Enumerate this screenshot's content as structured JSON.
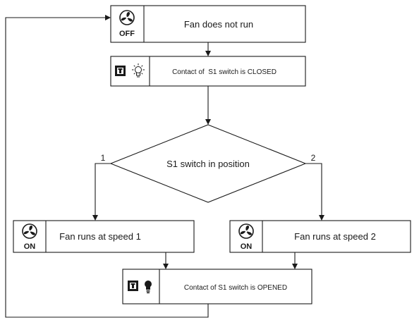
{
  "nodes": {
    "fan_off": {
      "text": "Fan does not run",
      "icon": "fan-off-icon",
      "icon_label": "OFF"
    },
    "contact_closed": {
      "text": "Contact of  S1 switch is CLOSED",
      "icons": [
        "switch-icon",
        "light-bulb-on-icon"
      ]
    },
    "decision": {
      "text": "S1 switch in position"
    },
    "fan_speed1": {
      "text": "Fan runs at speed 1",
      "icon": "fan-on-icon",
      "icon_label": "ON"
    },
    "fan_speed2": {
      "text": "Fan runs at speed 2",
      "icon": "fan-on-icon",
      "icon_label": "ON"
    },
    "contact_opened": {
      "text": "Contact of S1 switch is OPENED",
      "icons": [
        "switch-icon",
        "light-bulb-off-icon"
      ]
    }
  },
  "branches": {
    "left_label": "1",
    "right_label": "2"
  },
  "colors": {
    "line": "#1a1a1a",
    "fill": "#ffffff"
  }
}
